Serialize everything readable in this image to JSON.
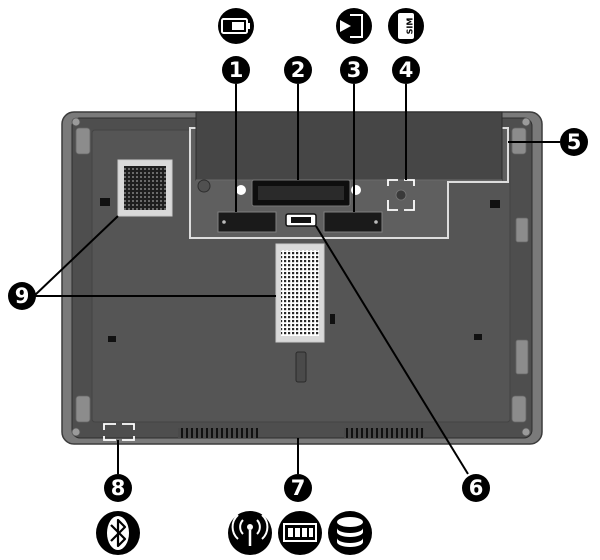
{
  "figure": {
    "description_label": "",
    "colors": {
      "body": "#4a4a4a",
      "panel": "#5b5b5b",
      "bay": "#6a6a6a",
      "edge": "#8d8d8d",
      "line": "#000000",
      "callout_fill": "#000000",
      "callout_text": "#ffffff"
    },
    "callouts": [
      {
        "num": "1",
        "part": "battery-release-latch"
      },
      {
        "num": "2",
        "part": "battery-bay"
      },
      {
        "num": "3",
        "part": "service-door-release-latch"
      },
      {
        "num": "4",
        "part": "sim-slot"
      },
      {
        "num": "5",
        "part": "service-door"
      },
      {
        "num": "6",
        "part": "docking-connector"
      },
      {
        "num": "7",
        "part": "speakers-vents"
      },
      {
        "num": "8",
        "part": "bluetooth-compartment"
      },
      {
        "num": "9",
        "part": "vents"
      }
    ],
    "icons": {
      "top": [
        "battery-icon",
        "battery-insert-icon",
        "sim-icon"
      ],
      "bottom": [
        "bluetooth-icon",
        "wireless-icon",
        "memory-icon",
        "hard-drive-icon"
      ]
    },
    "sim_icon_text": "SIM"
  }
}
